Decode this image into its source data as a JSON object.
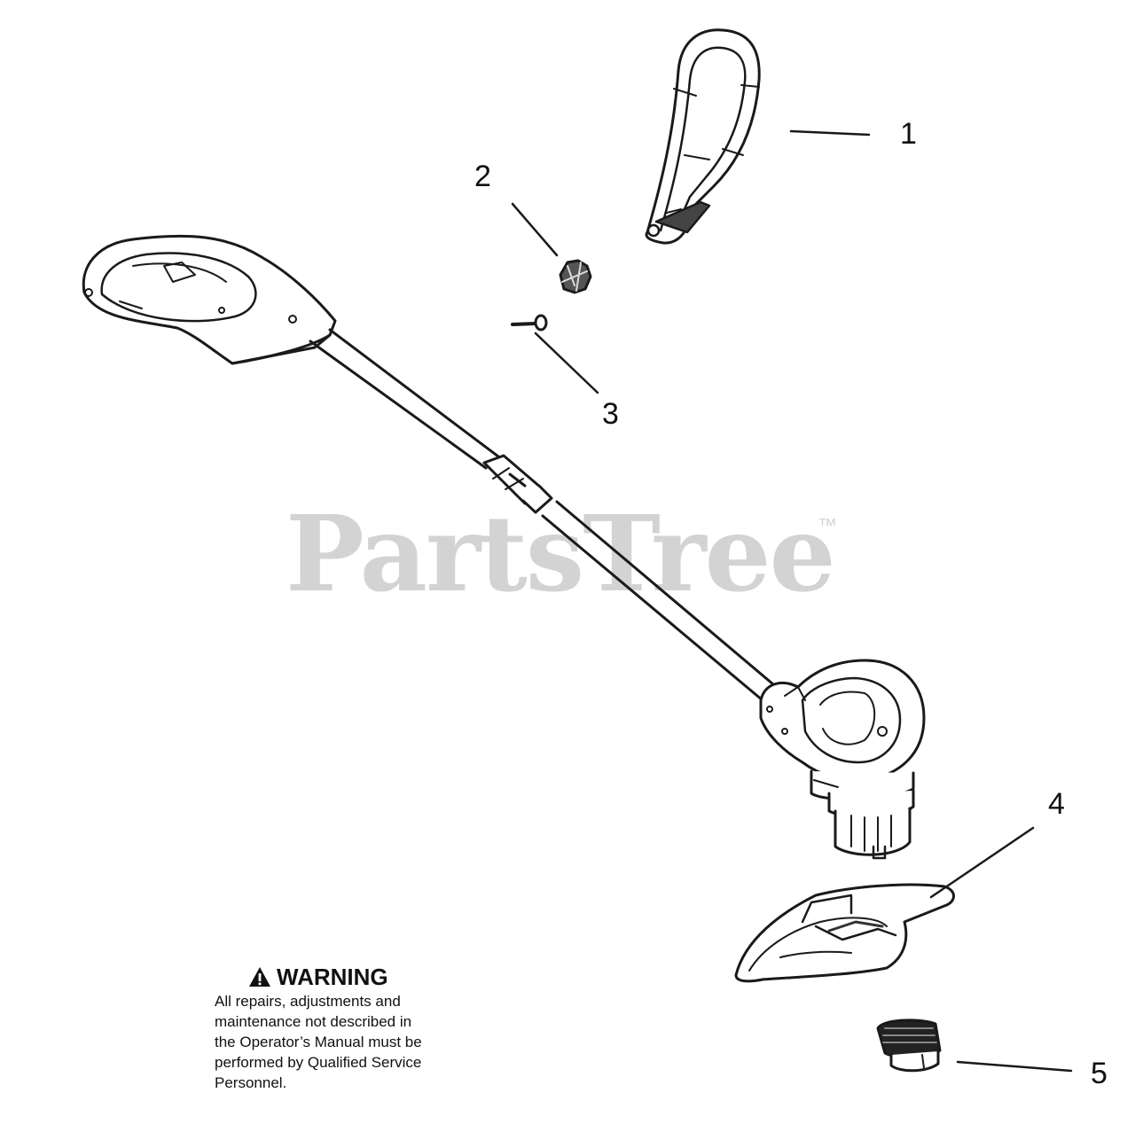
{
  "diagram": {
    "watermark": "PartsTree",
    "watermark_tm": "™",
    "callouts": [
      "1",
      "2",
      "3",
      "4",
      "5"
    ],
    "warning": {
      "title": "WARNING",
      "lines": [
        "All repairs, adjustments and",
        "maintenance not described in",
        "the Operator’s Manual must be",
        "performed by Qualified Service",
        "Personnel."
      ]
    },
    "icons": {
      "warning": "warning-triangle-icon"
    },
    "colors": {
      "line": "#1a1a1a",
      "watermark": "#d3d3d3"
    }
  }
}
